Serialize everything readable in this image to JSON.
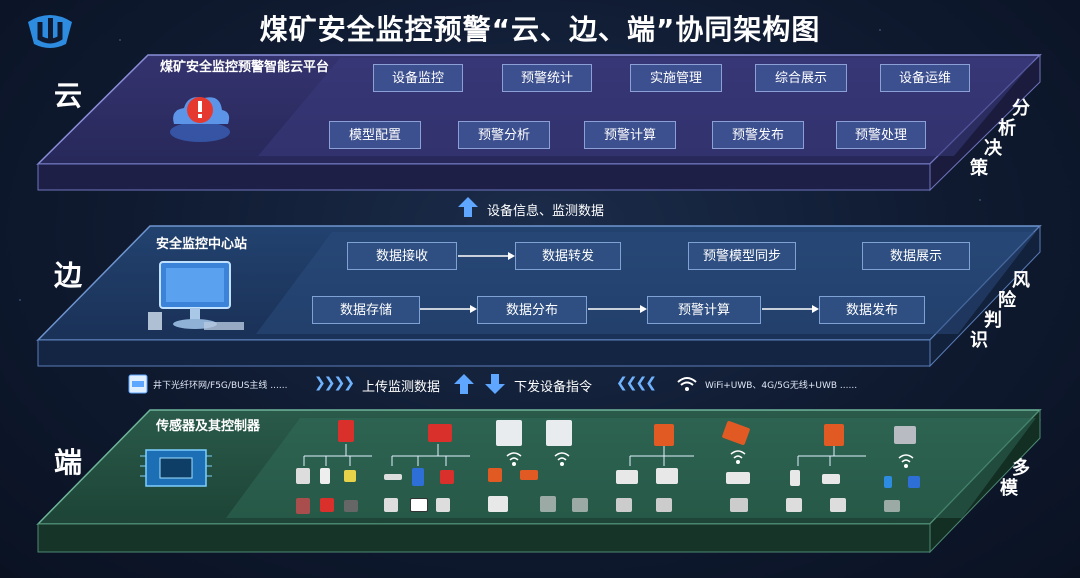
{
  "title": "煤矿安全监控预警“云、边、端”协同架构图",
  "layers": {
    "cloud": {
      "side_label": "云",
      "platform_title": "煤矿安全监控预警智能云平台",
      "row1": [
        "设备监控",
        "预警统计",
        "实施管理",
        "综合展示",
        "设备运维"
      ],
      "row2": [
        "模型配置",
        "预警分析",
        "预警计算",
        "预警发布",
        "预警处理"
      ],
      "vertical_label": [
        "分",
        "析",
        "决",
        "策"
      ]
    },
    "edge": {
      "side_label": "边",
      "platform_title": "安全监控中心站",
      "row1": [
        "数据接收",
        "数据转发",
        "预警模型同步",
        "数据展示"
      ],
      "row2": [
        "数据存储",
        "数据分布",
        "预警计算",
        "数据发布"
      ],
      "vertical_label": [
        "风",
        "险",
        "判",
        "识"
      ]
    },
    "terminal": {
      "side_label": "端",
      "platform_title": "传感器及其控制器",
      "vertical_label": [
        "多",
        "模"
      ]
    }
  },
  "links": {
    "cloud_edge": "设备信息、监测数据",
    "edge_terminal_up": "上传监测数据",
    "edge_terminal_down": "下发设备指令",
    "left_network": "井下光纤环网/F5G/BUS主线 ......",
    "right_network": "WiFi+UWB、4G/5G无线+UWB ......"
  },
  "colors": {
    "cloud_top": "#2c2b63",
    "edge_top": "#1f3560",
    "terminal_top": "#1f4a3a",
    "arrow": "#5ea6ff"
  }
}
